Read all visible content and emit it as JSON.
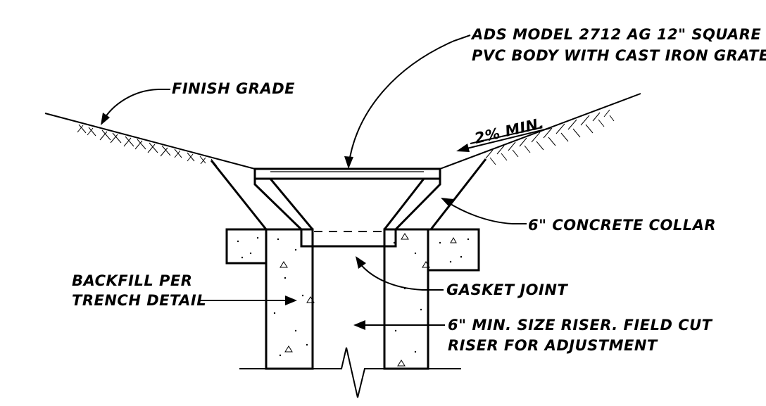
{
  "labels": {
    "ads_model_line1": "ADS MODEL 2712 AG 12\" SQUARE",
    "ads_model_line2": "PVC BODY WITH CAST IRON GRATE",
    "finish_grade": "FINISH GRADE",
    "slope": "2% MIN.",
    "concrete_collar": "6\" CONCRETE COLLAR",
    "backfill_line1": "BACKFILL PER",
    "backfill_line2": "TRENCH DETAIL",
    "gasket_joint": "GASKET JOINT",
    "riser_line1": "6\" MIN. SIZE RISER. FIELD CUT",
    "riser_line2": "RISER FOR ADJUSTMENT"
  }
}
